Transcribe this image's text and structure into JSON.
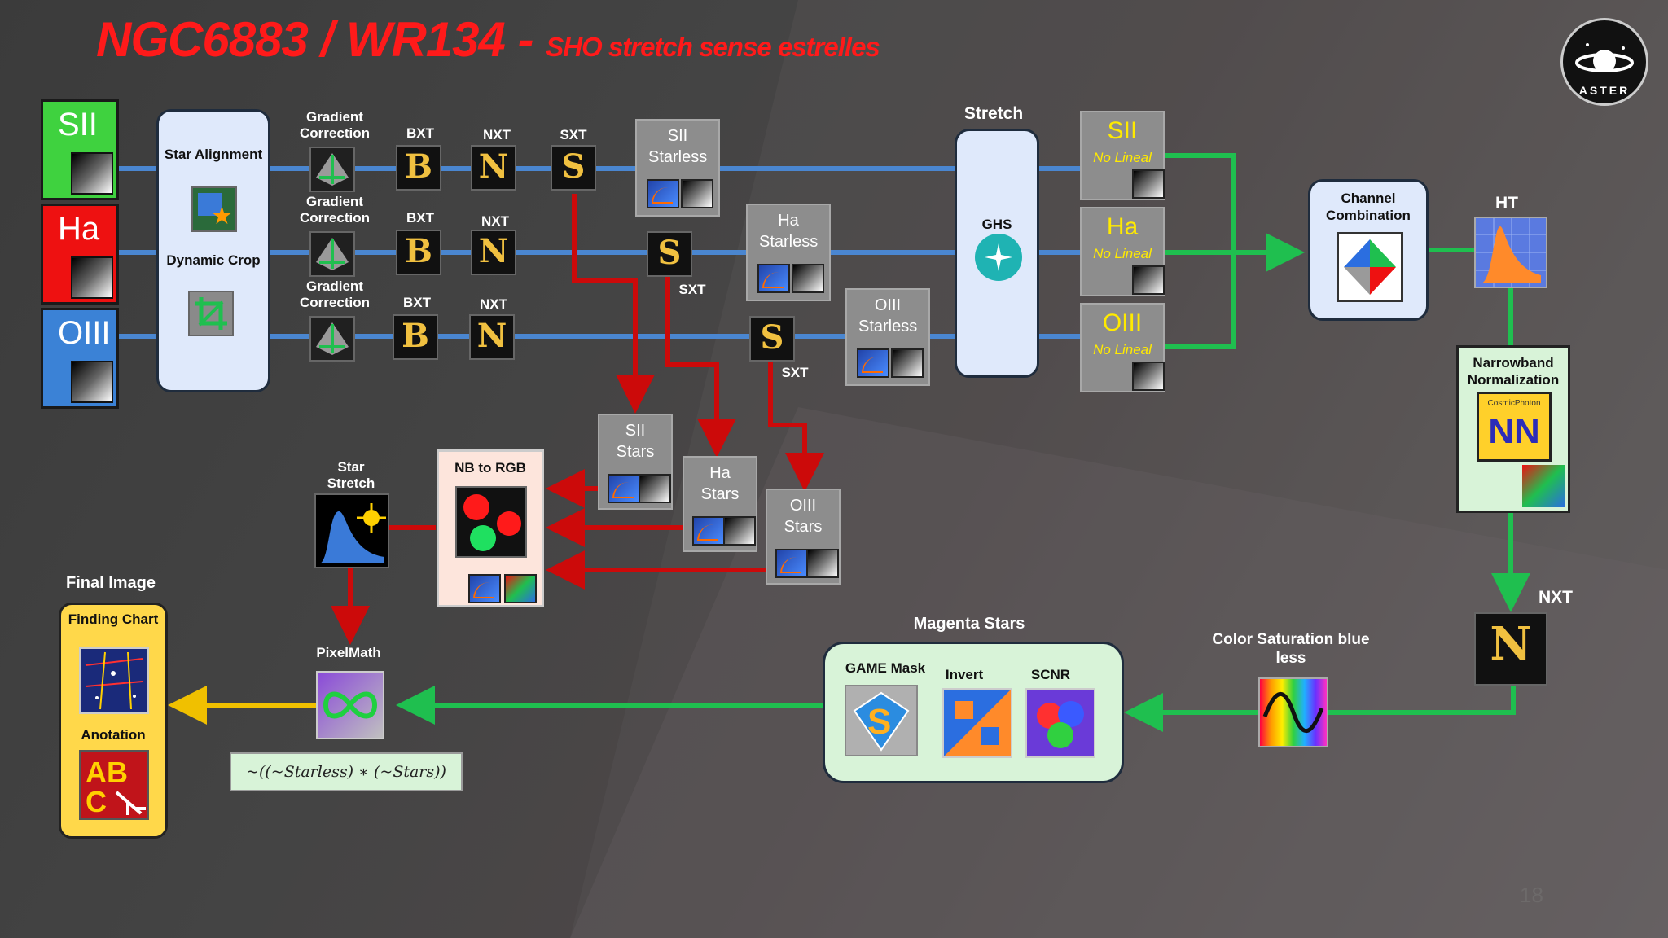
{
  "title": {
    "main": "NGC6883 / WR134 - ",
    "sub": "SHO  stretch  sense  estrelles"
  },
  "channels": [
    "SII",
    "Ha",
    "OIII"
  ],
  "labels": {
    "star_alignment": "Star Alignment",
    "dynamic_crop": "Dynamic Crop",
    "gradient_correction": "Gradient Correction",
    "bxt": "BXT",
    "nxt": "NXT",
    "sxt": "SXT",
    "stretch": "Stretch",
    "ghs": "GHS",
    "no_lineal": "No Lineal",
    "channel_combination": "Channel Combination",
    "ht": "HT",
    "narrowband_normalization": "Narrowband Normalization",
    "nn_brand": "CosmicPhoton",
    "magenta_stars": "Magenta Stars",
    "game_mask": "GAME Mask",
    "invert": "Invert",
    "scnr": "SCNR",
    "color_saturation": "Color Saturation blue less",
    "star_stretch": "Star Stretch",
    "nb_to_rgb": "NB to RGB",
    "pixelmath": "PixelMath",
    "formula": "~((~Starless) ∗ (~Stars))",
    "final_image": "Final Image",
    "finding_chart": "Finding Chart",
    "anotation": "Anotation",
    "logo": "ASTER",
    "page_number": "18"
  },
  "starless": [
    "SII Starless",
    "Ha Starless",
    "OIII Starless"
  ],
  "stars": [
    "SII Stars",
    "Ha Stars",
    "OIII Stars"
  ],
  "colors": {
    "sii_tile": "#3fd23f",
    "ha_tile": "#ee1111",
    "oiii_tile": "#3b82d6",
    "blue_line": "#4a86d0",
    "green_line": "#1fbf4f",
    "red_line": "#cc0a0a",
    "yellow_line": "#f0c000",
    "panel": "#dfe9fb",
    "magenta_panel": "#d8f3d8",
    "final_panel": "#ffd84a",
    "nbrgb_panel": "#fde5dc"
  },
  "icons": [
    "gradient-correction-icon",
    "star-alignment-icon",
    "crop-icon",
    "bxt-icon",
    "nxt-icon",
    "sxt-icon",
    "ghs-icon",
    "channel-combination-icon",
    "ht-histogram-icon",
    "nn-icon",
    "game-mask-icon",
    "invert-icon",
    "scnr-icon",
    "color-saturation-icon",
    "star-stretch-icon",
    "nb-to-rgb-icon",
    "pixelmath-icon",
    "finding-chart-icon",
    "annotation-icon"
  ]
}
